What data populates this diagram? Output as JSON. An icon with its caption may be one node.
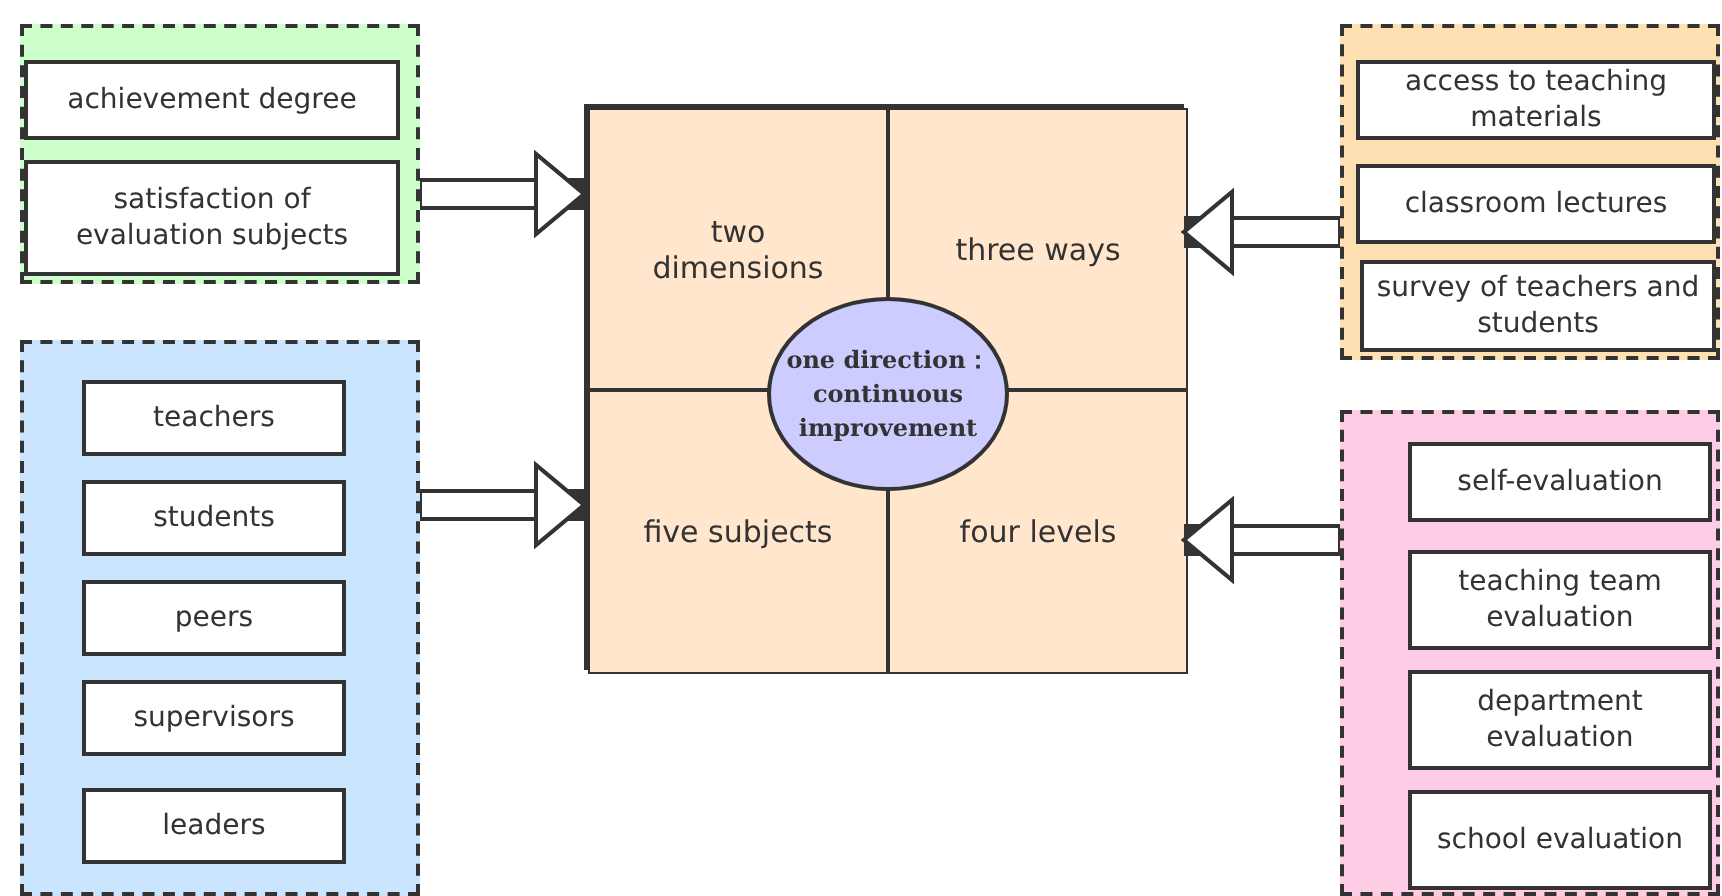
{
  "diagram": {
    "nodes": [
      {
        "text": [],
        "shape": "box"
      },
      {
        "text": [
          "achievement degree"
        ],
        "in": 0
      },
      {
        "text": [
          "satisfaction of evaluation subjects"
        ],
        "in": 0
      },
      {
        "text": [],
        "shape": "box"
      },
      {
        "text": [
          "two dimensions"
        ],
        "in": 3
      },
      {
        "text": [
          "three ways"
        ],
        "in": 3
      },
      {
        "text": [
          "five subjects"
        ],
        "in": 3
      },
      {
        "text": [
          "four levels"
        ],
        "in": 3
      },
      {
        "text": [
          "one direction：continuous improvement"
        ],
        "in": 3
      },
      {
        "text": [],
        "shape": "box"
      },
      {
        "text": [
          "access to teaching materials"
        ],
        "in": 9
      },
      {
        "text": [
          "classroom lectures"
        ],
        "in": 9
      },
      {
        "text": [
          "survey of teachers and students"
        ],
        "in": 9
      },
      {
        "text": [],
        "shape": "box"
      },
      {
        "text": [
          "teachers"
        ],
        "in": 13
      },
      {
        "text": [
          "students"
        ],
        "in": 13
      },
      {
        "text": [
          "peers"
        ],
        "in": 13
      },
      {
        "text": [
          "supervisors"
        ],
        "in": 13
      },
      {
        "text": [
          "leaders"
        ],
        "in": 13
      },
      {
        "text": [],
        "shape": "box"
      },
      {
        "text": [
          "self-evaluation"
        ],
        "in": 19
      },
      {
        "text": [
          "teaching team evaluation"
        ],
        "in": 19
      },
      {
        "text": [
          "department evaluation"
        ],
        "in": 19
      },
      {
        "text": [
          "school evaluation"
        ],
        "in": 19
      }
    ],
    "edges": [
      {
        "from": 0,
        "to": 3,
        "arrow": "to"
      },
      {
        "from": 9,
        "to": 3,
        "arrow": "to"
      },
      {
        "from": 13,
        "to": 3,
        "arrow": "to"
      },
      {
        "from": 19,
        "to": 3,
        "arrow": "to"
      }
    ]
  }
}
